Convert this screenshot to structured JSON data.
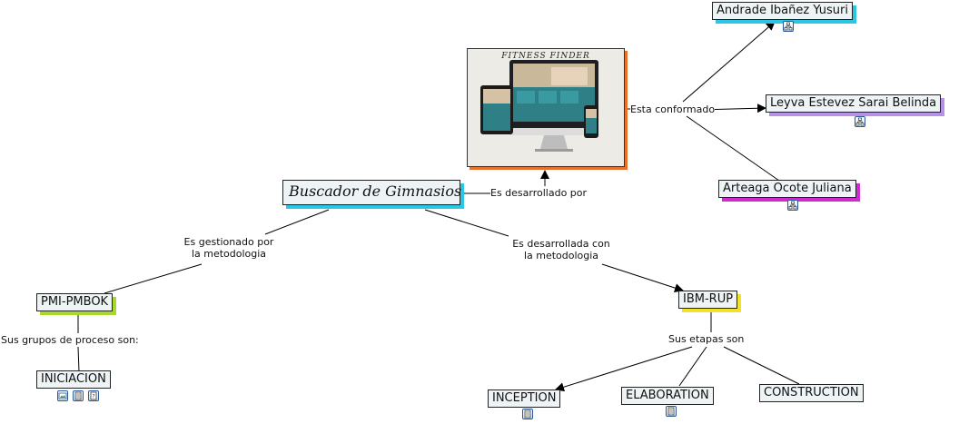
{
  "nodes": {
    "buscador": "Buscador de Gimnasios",
    "pmi": "PMI-PMBOK",
    "iniciacion": "INICIACION",
    "ibm": "IBM-RUP",
    "inception": "INCEPTION",
    "elaboration": "ELABORATION",
    "construction": "CONSTRUCTION",
    "andrade": "Andrade Ibañez Yusuri",
    "leyva": "Leyva Estevez Sarai Belinda",
    "arteaga": "Arteaga Ocote Juliana"
  },
  "links": {
    "desarrollado_por": "Es desarrollado por",
    "gestionado_1": "Es gestionado por",
    "gestionado_2": "la metodologia",
    "desarrollada_1": "Es desarrollada con",
    "desarrollada_2": "la metodologia",
    "grupos": "Sus grupos de proceso son:",
    "etapas": "Sus etapas son",
    "conformado": "Esta conformado"
  },
  "image": {
    "caption": "FITNESS FINDER"
  },
  "colors": {
    "node_bg": "#eef4f6",
    "shadow_cyan": "#29c6e6",
    "shadow_green": "#a8d82a",
    "shadow_yellow": "#f2e12a",
    "shadow_purple": "#b592e8",
    "shadow_magenta": "#d02ad0",
    "shadow_orange": "#e8702a"
  },
  "icons": {
    "iniciacion": [
      "image-icon",
      "document-icon",
      "help-document-icon"
    ],
    "inception": [
      "document-icon"
    ],
    "elaboration": [
      "document-icon"
    ],
    "people": [
      "concept-map-icon"
    ]
  }
}
